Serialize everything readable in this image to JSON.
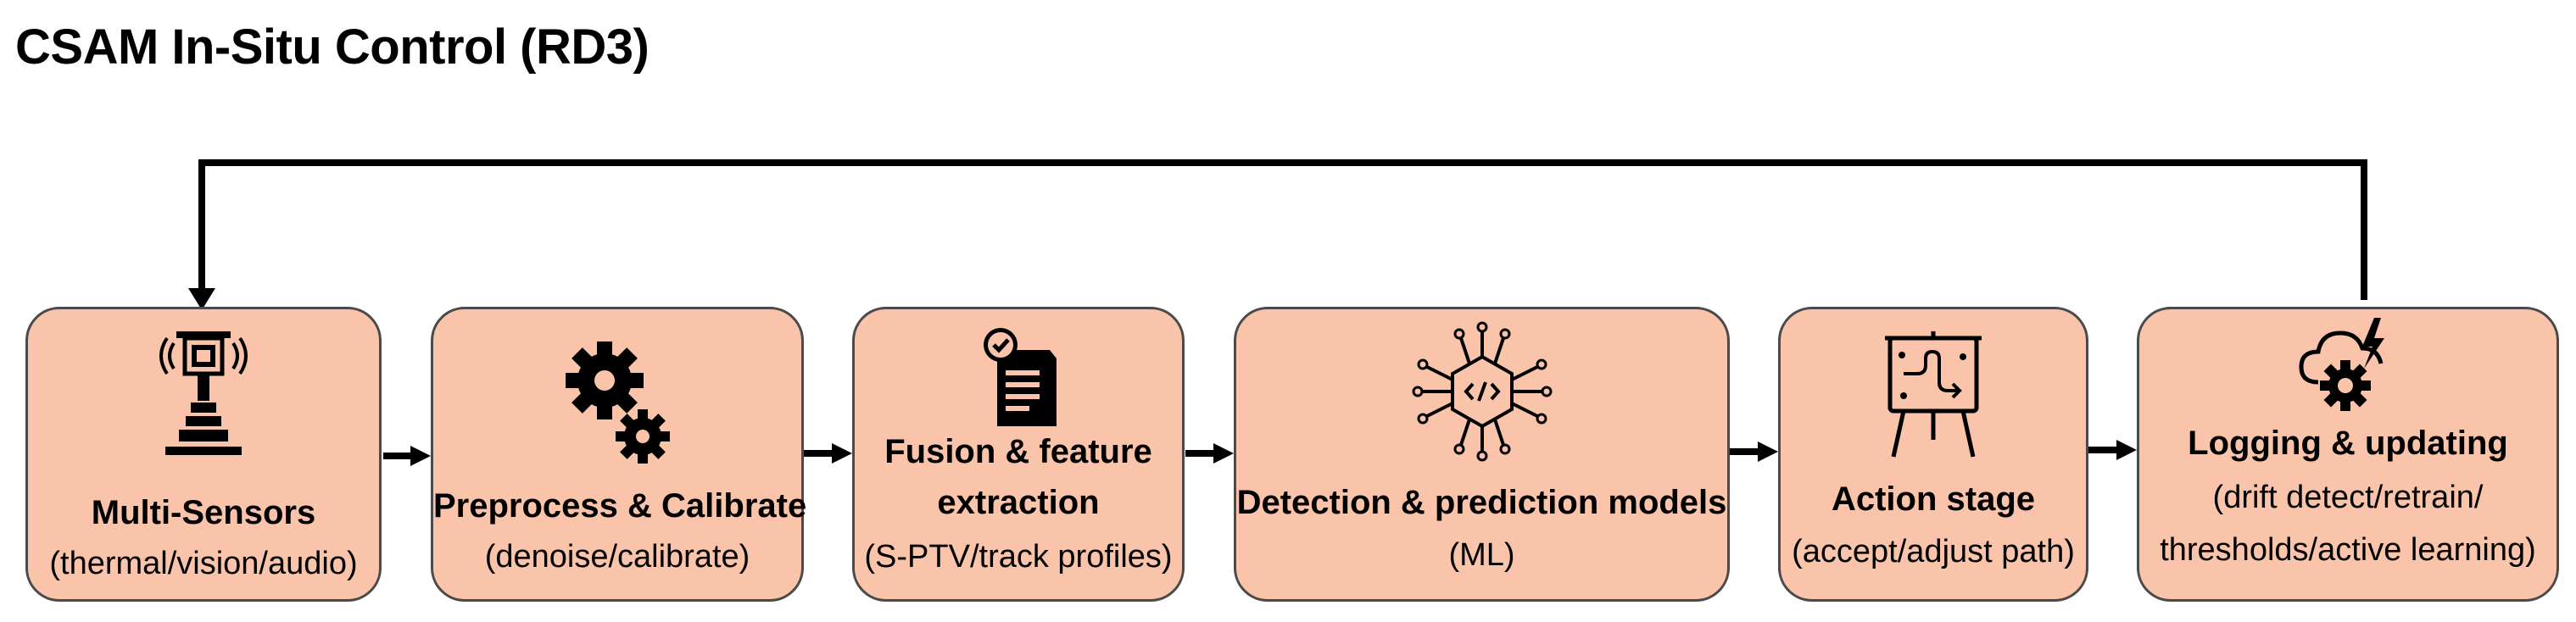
{
  "title": "CSAM In-Situ Control (RD3)",
  "colors": {
    "box_fill": "#f9c4a9",
    "box_border": "#4a4a4a",
    "arrow": "#000000"
  },
  "stages": [
    {
      "name": "Multi-Sensors",
      "detail": "(thermal/vision/audio)",
      "icon": "sensor-tower-icon"
    },
    {
      "name": "Preprocess & Calibrate",
      "detail": "(denoise/calibrate)",
      "icon": "gears-icon"
    },
    {
      "name_lines": [
        "Fusion & feature",
        "extraction"
      ],
      "detail": "(S-PTV/track profiles)",
      "icon": "document-check-icon"
    },
    {
      "name": "Detection & prediction models",
      "detail": "(ML)",
      "icon": "chip-code-icon"
    },
    {
      "name": "Action stage",
      "detail": "(accept/adjust path)",
      "icon": "easel-path-icon"
    },
    {
      "name": "Logging & updating",
      "detail_lines": [
        "(drift detect/retrain/",
        "thresholds/active learning)"
      ],
      "icon": "cloud-gear-bolt-icon"
    }
  ]
}
